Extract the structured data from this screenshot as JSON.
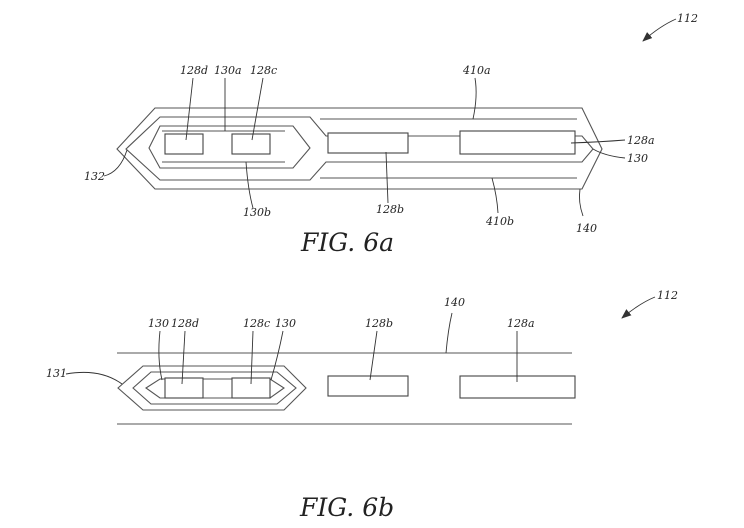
{
  "figure_6a": {
    "caption": "FIG. 6a",
    "labels": {
      "ref_112": "112",
      "ref_128d": "128d",
      "ref_130a": "130a",
      "ref_128c": "128c",
      "ref_410a": "410a",
      "ref_128a": "128a",
      "ref_130": "130",
      "ref_132": "132",
      "ref_130b": "130b",
      "ref_128b": "128b",
      "ref_410b": "410b",
      "ref_140": "140"
    }
  },
  "figure_6b": {
    "caption": "FIG. 6b",
    "labels": {
      "ref_112": "112",
      "ref_140": "140",
      "ref_130_left": "130",
      "ref_128d": "128d",
      "ref_128c": "128c",
      "ref_130_right": "130",
      "ref_128b": "128b",
      "ref_128a": "128a",
      "ref_131": "131"
    }
  }
}
